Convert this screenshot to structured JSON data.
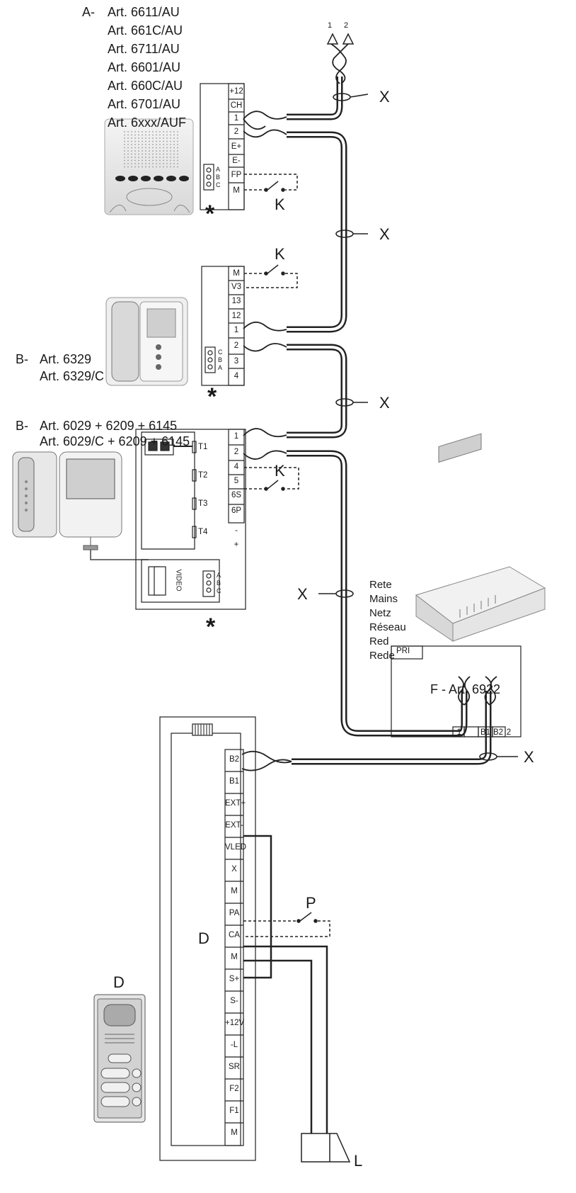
{
  "group_a": {
    "prefix": "A-",
    "articles": [
      "Art. 6611/AU",
      "Art. 661C/AU",
      "Art. 6711/AU",
      "Art. 6601/AU",
      "Art. 660C/AU",
      "Art. 6701/AU",
      "Art. 6xxx/AUF"
    ],
    "terminals": [
      "+12",
      "CH",
      "1",
      "2",
      "E+",
      "E-",
      "FP",
      "M"
    ],
    "jumper": [
      "A",
      "B",
      "C"
    ]
  },
  "group_b1": {
    "prefix": "B-",
    "articles": [
      "Art. 6329",
      "Art. 6329/C"
    ],
    "terminals": [
      "M",
      "V3",
      "13",
      "12",
      "1",
      "2",
      "3",
      "4"
    ],
    "jumper": [
      "C",
      "B",
      "A"
    ]
  },
  "group_b2": {
    "prefix": "B-",
    "articles": [
      "Art. 6029 + 6209 + 6145",
      "Art. 6029/C + 6209 + 6145"
    ],
    "terminals": [
      "1",
      "2",
      "4",
      "5",
      "6S",
      "6P",
      "-",
      "+"
    ],
    "connectors": [
      "T1",
      "T2",
      "T3",
      "T4"
    ],
    "video": "VIDEO",
    "jumper": [
      "A",
      "B",
      "C"
    ]
  },
  "power_supply": {
    "mains": [
      "Rete",
      "Mains",
      "Netz",
      "Réseau",
      "Red",
      "Rede"
    ],
    "label": "F - Art. 6922",
    "pri": "PRI",
    "terminals": [
      "1",
      "",
      "B1",
      "B2",
      "2"
    ]
  },
  "door_unit": {
    "label": "D",
    "panel_label": "D",
    "terminals": [
      "B2",
      "B1",
      "EXT+",
      "EXT-",
      "VLED",
      "X",
      "M",
      "PA",
      "CA",
      "M",
      "S+",
      "S-",
      "+12V",
      "-L",
      "SR",
      "F2",
      "F1",
      "M"
    ]
  },
  "markers": {
    "cable": "X",
    "switch": "K",
    "button": "P",
    "lock": "L",
    "star": "*",
    "line_top": [
      "1",
      "2"
    ]
  }
}
